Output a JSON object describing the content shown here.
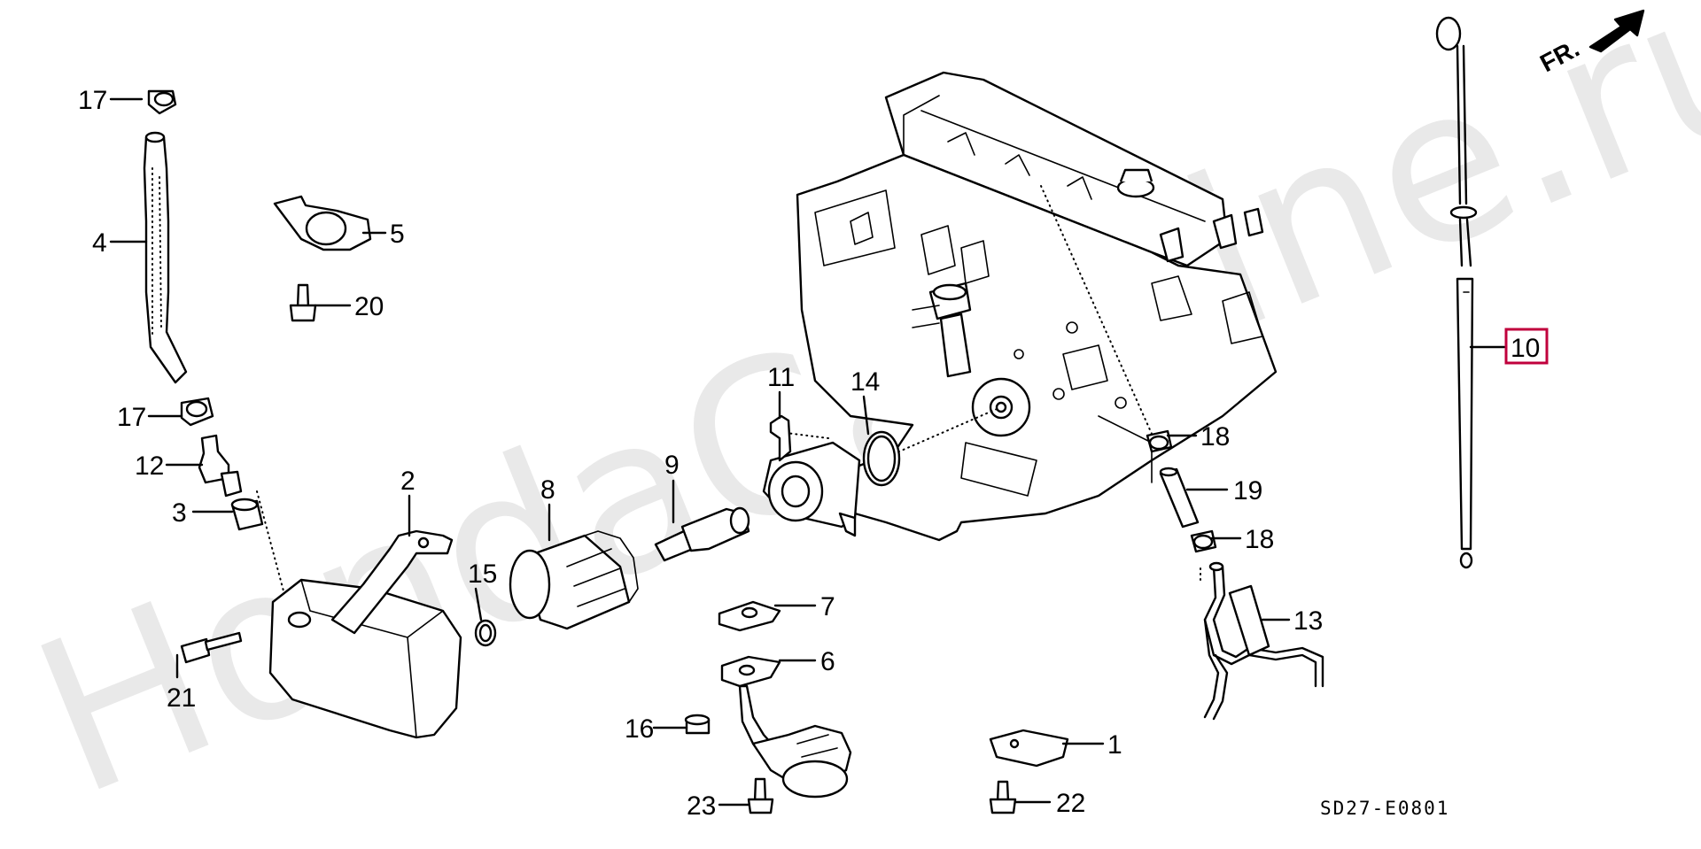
{
  "watermark": "HondaCarMine.ru",
  "direction_marker": "FR.",
  "diagram_code": "SD27-E0801",
  "highlighted_part": "10",
  "highlight_color": "#c0003c",
  "callouts": [
    {
      "id": "c17a",
      "text": "17"
    },
    {
      "id": "c4",
      "text": "4"
    },
    {
      "id": "c5",
      "text": "5"
    },
    {
      "id": "c20",
      "text": "20"
    },
    {
      "id": "c17b",
      "text": "17"
    },
    {
      "id": "c12",
      "text": "12"
    },
    {
      "id": "c3",
      "text": "3"
    },
    {
      "id": "c2",
      "text": "2"
    },
    {
      "id": "c8",
      "text": "8"
    },
    {
      "id": "c9",
      "text": "9"
    },
    {
      "id": "c11",
      "text": "11"
    },
    {
      "id": "c14",
      "text": "14"
    },
    {
      "id": "c15",
      "text": "15"
    },
    {
      "id": "c21",
      "text": "21"
    },
    {
      "id": "c7",
      "text": "7"
    },
    {
      "id": "c6",
      "text": "6"
    },
    {
      "id": "c16",
      "text": "16"
    },
    {
      "id": "c23",
      "text": "23"
    },
    {
      "id": "c1",
      "text": "1"
    },
    {
      "id": "c22",
      "text": "22"
    },
    {
      "id": "c18a",
      "text": "18"
    },
    {
      "id": "c19",
      "text": "19"
    },
    {
      "id": "c18b",
      "text": "18"
    },
    {
      "id": "c13",
      "text": "13"
    },
    {
      "id": "c10",
      "text": "10"
    }
  ]
}
